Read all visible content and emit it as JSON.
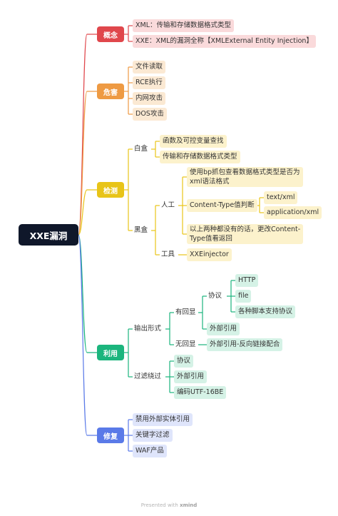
{
  "root": "XXE漏洞",
  "categories": {
    "concept": {
      "label": "概念",
      "color": "#e0474c",
      "items": [
        "XML：传输和存储数据格式类型",
        "XXE：XML的漏洞全称【XMLExternal Entity Injection】"
      ]
    },
    "harm": {
      "label": "危害",
      "color": "#ee9a43",
      "items": [
        "文件读取",
        "RCE执行",
        "内网攻击",
        "DOS攻击"
      ]
    },
    "detect": {
      "label": "检测",
      "color": "#e8c418",
      "white_box": {
        "label": "白盒",
        "items": [
          "函数及可控变量查找",
          "传输和存储数据格式类型"
        ]
      },
      "black_box": {
        "label": "黑盒",
        "manual": {
          "label": "人工",
          "item1_line1": "使用bp抓包查看数据格式类型是否为",
          "item1_line2": "xml语法格式",
          "content_type": "Content-Type值判断",
          "ct_values": [
            "text/xml",
            "application/xml"
          ],
          "item3_line1": "以上两种都没有的话，更改Content-",
          "item3_line2": "Type值看返回"
        },
        "tool": {
          "label": "工具",
          "item": "XXEinjector"
        }
      }
    },
    "exploit": {
      "label": "利用",
      "color": "#1bb57d",
      "output": {
        "label": "输出形式",
        "echo": {
          "label": "有回显",
          "protocol": {
            "label": "协议",
            "items": [
              "HTTP",
              "file",
              "各种脚本支持协议"
            ]
          },
          "external": "外部引用"
        },
        "no_echo": {
          "label": "无回显",
          "item": "外部引用-反向链接配合"
        }
      },
      "bypass": {
        "label": "过滤绕过",
        "items": [
          "协议",
          "外部引用",
          "编码UTF-16BE"
        ]
      }
    },
    "fix": {
      "label": "修复",
      "color": "#5a7ae8",
      "items": [
        "禁用外部实体引用",
        "关键字过滤",
        "WAF产品"
      ]
    }
  },
  "footer": {
    "prefix": "Presented with",
    "brand": "xmind"
  }
}
